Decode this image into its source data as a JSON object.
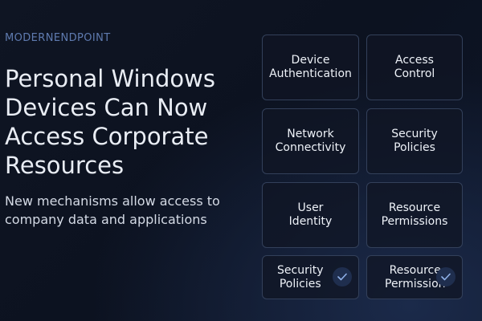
{
  "brand": "MODERNENDPOINT",
  "headline": "Personal Windows Devices Can Now Access Corporate Resources",
  "subline": "New mechanisms allow access to company data and applications",
  "cards": [
    {
      "label": "Device\nAuthentication"
    },
    {
      "label": "Access\nControl"
    },
    {
      "label": "Network\nConnectivity"
    },
    {
      "label": "Security\nPolicies"
    },
    {
      "label": "User\nIdentity"
    },
    {
      "label": "Resource\nPermissions"
    },
    {
      "label": "Security\nPolicies",
      "checked": true
    },
    {
      "label": "Resource\nPermission",
      "checked": true
    }
  ],
  "colors": {
    "brand": "#5f7bb0",
    "card_border": "#33405a",
    "check_bg": "#1f2e4e",
    "check_mark": "#8fb0e8"
  },
  "icons": {
    "check": "checkmark-icon"
  }
}
